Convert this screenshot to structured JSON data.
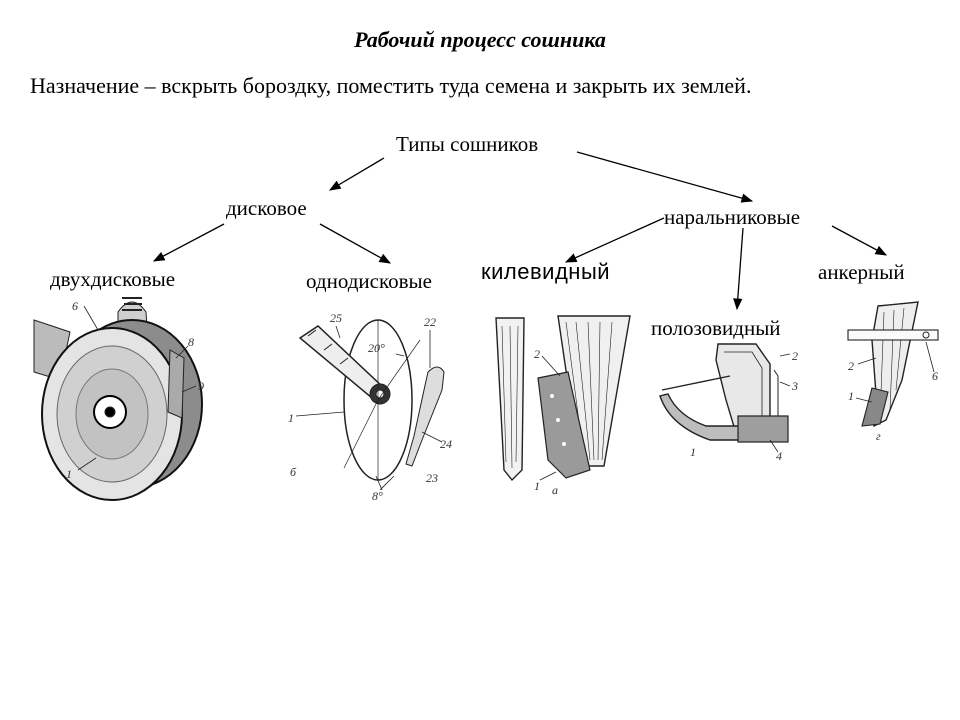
{
  "title": "Рабочий процесс сошника",
  "purpose": "Назначение – вскрыть бороздку, поместить туда семена и закрыть их землей.",
  "tree": {
    "root": "Типы сошников",
    "disc": "дисковое",
    "share": "наральниковые",
    "double_disc": "двухдисковые",
    "single_disc": "однодисковые",
    "keel": "килевидный",
    "runner": "полозовидный",
    "anchor": "анкерный"
  },
  "figures": {
    "double_disc": {
      "callouts": [
        "6",
        "8",
        "9",
        "1"
      ]
    },
    "single_disc": {
      "callouts": [
        "25",
        "22",
        "20°",
        "1",
        "24",
        "23",
        "б",
        "8°"
      ]
    },
    "keel": {
      "callouts": [
        "2",
        "1",
        "а"
      ]
    },
    "runner": {
      "callouts": [
        "2",
        "3",
        "1",
        "4"
      ]
    },
    "anchor": {
      "callouts": [
        "2",
        "6",
        "1",
        "г"
      ]
    }
  }
}
